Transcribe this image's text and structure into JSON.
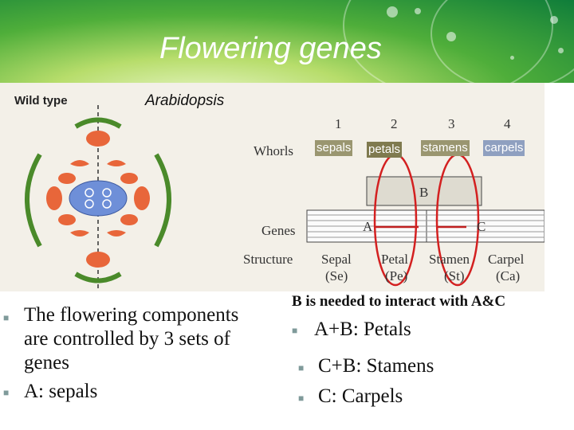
{
  "title": "Flowering genes",
  "figure": {
    "species_label": "Arabidopsis",
    "wild_type_label": "Wild type",
    "whorl_numbers": [
      "1",
      "2",
      "3",
      "4"
    ],
    "whorls_label": "Whorls",
    "whorl_names": [
      "sepals",
      "petals",
      "stamens",
      "carpels"
    ],
    "genes_label": "Genes",
    "gene_labels": [
      "A",
      "B",
      "C"
    ],
    "structure_label": "Structure",
    "structures": [
      {
        "name": "Sepal",
        "abbr": "(Se)"
      },
      {
        "name": "Petal",
        "abbr": "(Pe)"
      },
      {
        "name": "Stamen",
        "abbr": "(St)"
      },
      {
        "name": "Carpel",
        "abbr": "(Ca)"
      }
    ]
  },
  "left_bullets": [
    {
      "text_lines": [
        "The flowering components",
        "are controlled by 3 sets of",
        "genes"
      ]
    },
    {
      "text_lines": [
        "A: sepals"
      ]
    }
  ],
  "right_heading": "B is needed to interact with A&C",
  "right_bullets": [
    "A+B: Petals",
    "C+B: Stamens",
    "C: Carpels"
  ],
  "colors": {
    "banner_dark": "#0f7d3a",
    "sepal_green": "#4a8a2a",
    "petal_orange": "#e8663a",
    "carpel_blue": "#6e8fd8",
    "circle_red": "#d32020",
    "whorl_box": "#9a9670",
    "whorl_box_petals": "#7f7a4f",
    "whorl_box_carpels": "#8fa0c0"
  }
}
